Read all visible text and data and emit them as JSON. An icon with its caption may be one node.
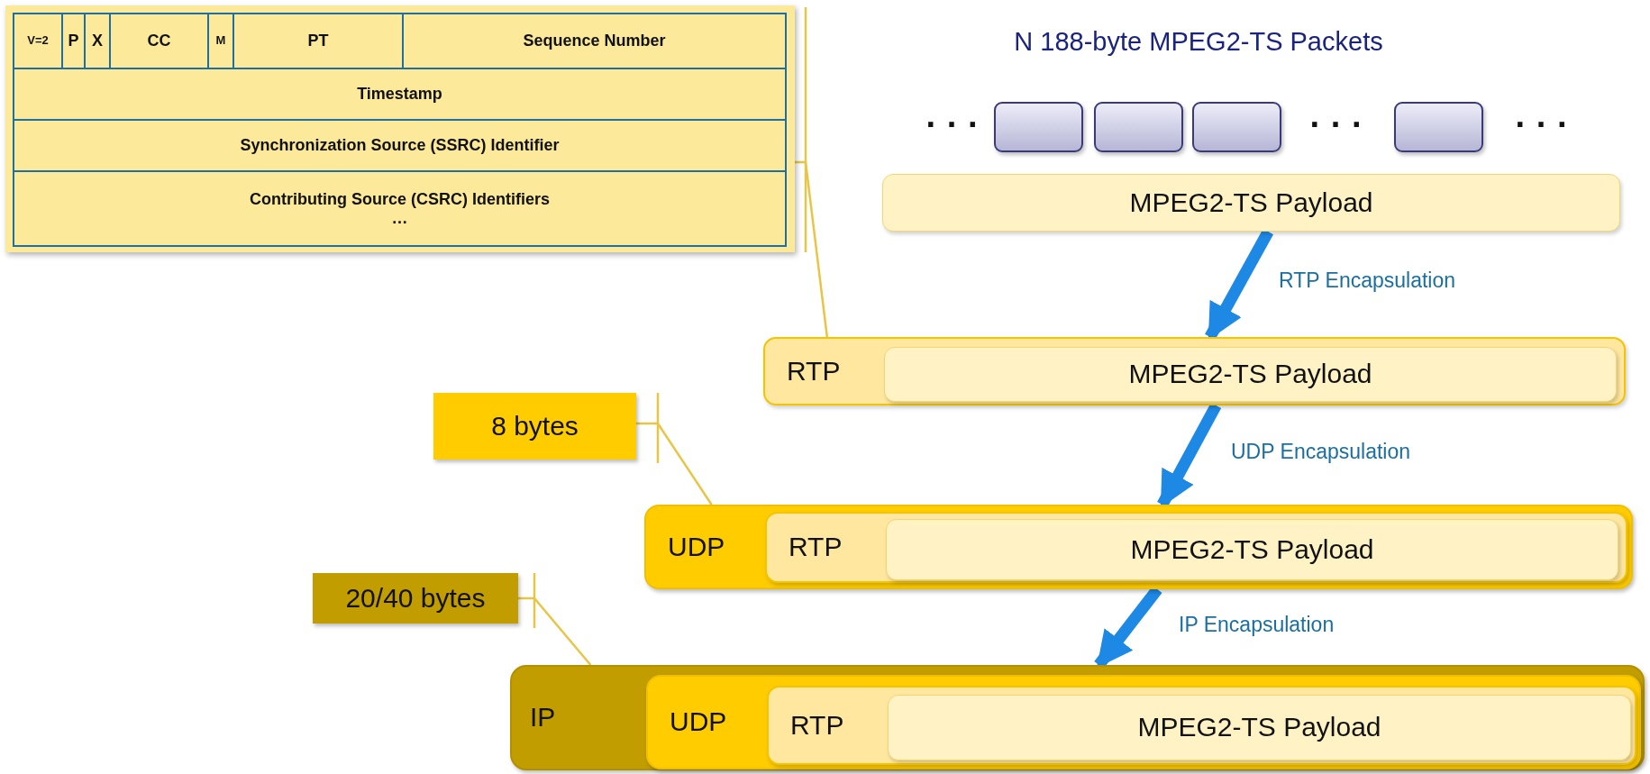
{
  "diagram": {
    "title": "N 188-byte MPEG2-TS Packets",
    "nodes": [
      {
        "text": [],
        "shape": "box"
      },
      {
        "text": [
          "V=2"
        ],
        "in": 0
      },
      {
        "text": [
          "P"
        ],
        "in": 0
      },
      {
        "text": [
          "X"
        ],
        "in": 0
      },
      {
        "text": [
          "CC"
        ],
        "in": 0
      },
      {
        "text": [
          "M"
        ],
        "in": 0
      },
      {
        "text": [
          "PT"
        ],
        "in": 0
      },
      {
        "text": [
          "Sequence Number"
        ],
        "in": 0
      },
      {
        "text": [
          "Timestamp"
        ],
        "in": 0
      },
      {
        "text": [
          "Synchronization Source (SSRC) Identifier"
        ],
        "in": 0
      },
      {
        "text": [
          "Contributing Source (CSRC) Identifiers",
          "…"
        ],
        "in": 0
      },
      {
        "text": [],
        "shape": "box"
      },
      {
        "text": [],
        "shape": "box"
      },
      {
        "text": [],
        "shape": "box"
      },
      {
        "text": [],
        "shape": "box"
      },
      {
        "text": [
          "MPEG2-TS Payload"
        ]
      },
      {
        "text": [
          "RTP"
        ]
      },
      {
        "text": [
          "MPEG2-TS Payload"
        ],
        "in": 16
      },
      {
        "text": [
          "UDP"
        ]
      },
      {
        "text": [
          "RTP"
        ],
        "in": 18
      },
      {
        "text": [
          "MPEG2-TS Payload"
        ],
        "in": 19
      },
      {
        "text": [
          "IP"
        ]
      },
      {
        "text": [
          "UDP"
        ],
        "in": 21
      },
      {
        "text": [
          "RTP"
        ],
        "in": 22
      },
      {
        "text": [
          "MPEG2-TS Payload"
        ],
        "in": 23
      },
      {
        "text": [
          "8 bytes"
        ]
      },
      {
        "text": [
          "20/40 bytes"
        ]
      }
    ],
    "edges": [
      {
        "from": 0,
        "to": 16,
        "arrow": "none",
        "color": "#e8c547"
      },
      {
        "from": 15,
        "to": 16,
        "arrow": "to",
        "label": "RTP Encapsulation",
        "style": "thick",
        "color": "#1e88e5"
      },
      {
        "from": 16,
        "to": 18,
        "arrow": "to",
        "label": "UDP Encapsulation",
        "style": "thick",
        "color": "#1e88e5"
      },
      {
        "from": 25,
        "to": 18,
        "arrow": "none",
        "color": "#e8c547"
      },
      {
        "from": 18,
        "to": 21,
        "arrow": "to",
        "label": "IP Encapsulation",
        "style": "thick",
        "color": "#1e88e5"
      },
      {
        "from": 26,
        "to": 21,
        "arrow": "none",
        "color": "#e8c547"
      }
    ],
    "labels": [
      "· · ·",
      "· · ·",
      "· · ·"
    ]
  }
}
